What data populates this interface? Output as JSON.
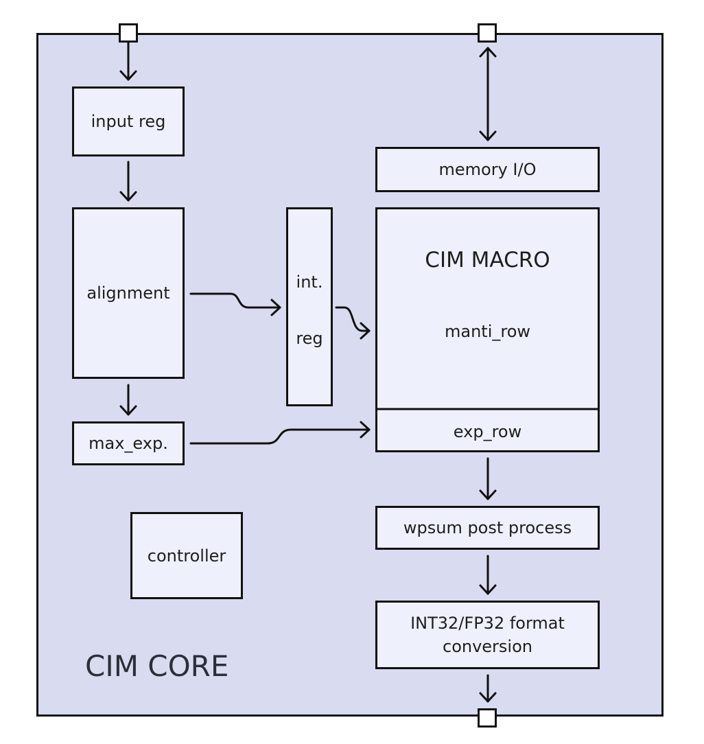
{
  "core": {
    "label": "CIM CORE"
  },
  "blocks": {
    "input_reg": "input reg",
    "alignment": "alignment",
    "max_exp": "max_exp.",
    "int_reg_line1": "int.",
    "int_reg_line2": "reg",
    "memory_io": "memory I/O",
    "cim_macro_title": "CIM MACRO",
    "manti_row": "manti_row",
    "exp_row": "exp_row",
    "wpsum": "wpsum post process",
    "format_conv_line1": "INT32/FP32 format",
    "format_conv_line2": "conversion",
    "controller": "controller"
  },
  "colors": {
    "core_fill": "#d9dcf0",
    "block_fill": "#eef1fb",
    "stroke": "#111111",
    "port_fill": "#ffffff"
  }
}
